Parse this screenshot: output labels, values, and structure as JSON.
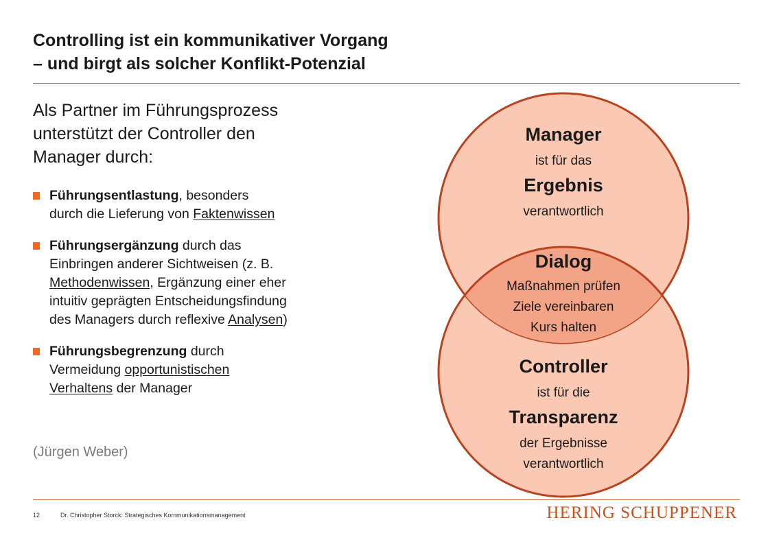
{
  "title": {
    "line1": "Controlling ist ein kommunikativer Vorgang",
    "line2": "– und birgt als solcher Konflikt-Potenzial"
  },
  "intro": {
    "line1": "Als Partner im Führungsprozess",
    "line2": "unterstützt der Controller den",
    "line3": "Manager durch:"
  },
  "bullets": [
    {
      "bold": "Führungsentlastung",
      "t1": ", besonders",
      "t2": "durch die Lieferung von ",
      "u1": "Faktenwissen"
    },
    {
      "bold": "Führungsergänzung",
      "t1": " durch das",
      "t2": "Einbringen anderer Sichtweisen (z. B.",
      "u1": "Methodenwissen",
      "t3": ", Ergänzung einer eher",
      "t4": "intuitiv geprägten Entscheidungsfindung",
      "t5": "des Managers durch reflexive ",
      "u2": "Analysen",
      "t6": ")"
    },
    {
      "bold": "Führungsbegrenzung",
      "t1": " durch",
      "t2": "Vermeidung ",
      "u1": "opportunistischen",
      "u2": "Verhaltens",
      "t3": " der Manager"
    }
  ],
  "source": "(Jürgen Weber)",
  "venn": {
    "manager": {
      "title": "Manager",
      "line1": "ist für das",
      "key": "Ergebnis",
      "line2": "verantwortlich"
    },
    "dialog": {
      "title": "Dialog",
      "line1": "Maßnahmen prüfen",
      "line2": "Ziele vereinbaren",
      "line3": "Kurs halten"
    },
    "controller": {
      "title": "Controller",
      "line1": "ist für die",
      "key": "Transparenz",
      "line2": "der Ergebnisse",
      "line3": "verantwortlich"
    },
    "colors": {
      "fill": "#fbc9b3",
      "overlap": "#f3a487",
      "stroke": "#b8431e"
    }
  },
  "footer": {
    "page": "12",
    "text": "Dr. Christopher Storck: Strategisches Kommunikationsmanagement",
    "logo": "HERING SCHUPPENER"
  },
  "colors": {
    "accent": "#f26a22",
    "rule": "#c96a3b",
    "logo": "#c9521f"
  }
}
